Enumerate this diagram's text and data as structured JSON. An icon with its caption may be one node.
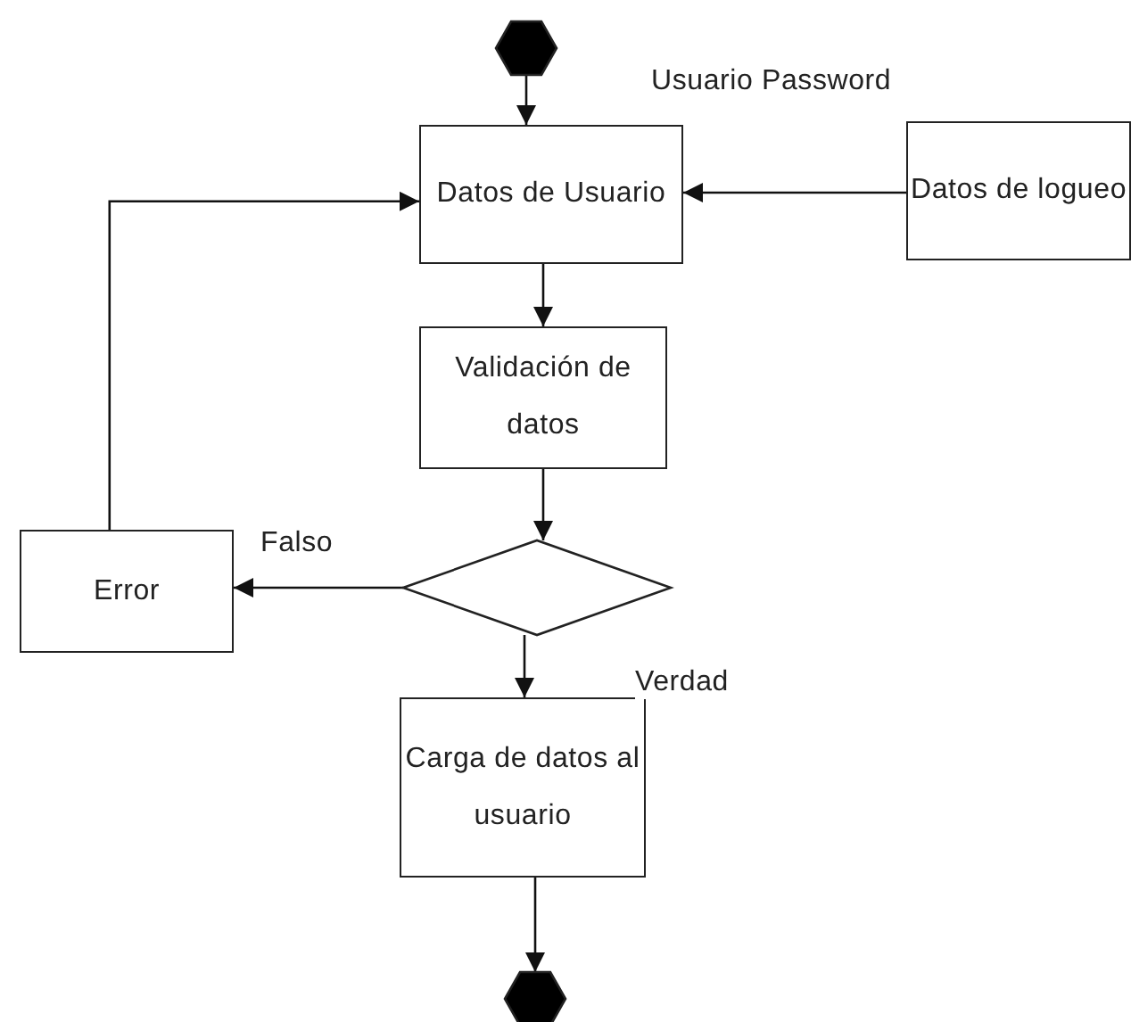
{
  "diagram": {
    "nodes": [
      {
        "text": [],
        "shape": "hexagon"
      },
      {
        "text": [
          "Datos de Usuario"
        ]
      },
      {
        "text": [
          "Datos de logueo"
        ]
      },
      {
        "text": [
          "Validación de datos"
        ]
      },
      {
        "text": [],
        "shape": "diamond"
      },
      {
        "text": [
          "Error"
        ]
      },
      {
        "text": [
          "Carga de datos al usuario"
        ]
      },
      {
        "text": [],
        "shape": "hexagon"
      }
    ],
    "edges": [
      {
        "from": 0,
        "to": 1,
        "arrow": "to"
      },
      {
        "from": 2,
        "to": 1,
        "arrow": "to"
      },
      {
        "from": 1,
        "to": 3,
        "arrow": "to"
      },
      {
        "from": 3,
        "to": 4,
        "arrow": "to"
      },
      {
        "from": 4,
        "to": 5,
        "arrow": "to",
        "label": "Falso"
      },
      {
        "from": 5,
        "to": 1,
        "arrow": "to"
      },
      {
        "from": 4,
        "to": 6,
        "arrow": "to",
        "label": "Verdad"
      },
      {
        "from": 6,
        "to": 7,
        "arrow": "to"
      }
    ],
    "labels": [
      "Usuario Password"
    ]
  }
}
